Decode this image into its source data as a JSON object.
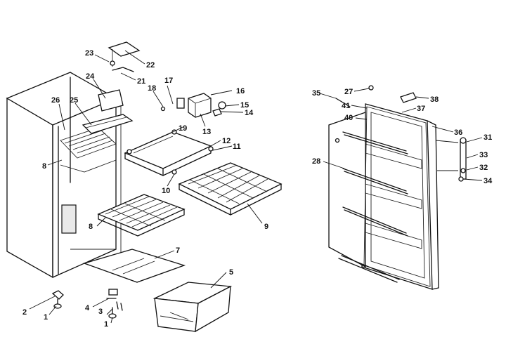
{
  "callouts": [
    {
      "id": "c1a",
      "text": "1"
    },
    {
      "id": "c1b",
      "text": "1"
    },
    {
      "id": "c2",
      "text": "2"
    },
    {
      "id": "c3",
      "text": "3"
    },
    {
      "id": "c4",
      "text": "4"
    },
    {
      "id": "c5",
      "text": "5"
    },
    {
      "id": "c7",
      "text": "7"
    },
    {
      "id": "c8a",
      "text": "8"
    },
    {
      "id": "c8b",
      "text": "8"
    },
    {
      "id": "c9",
      "text": "9"
    },
    {
      "id": "c10",
      "text": "10"
    },
    {
      "id": "c11",
      "text": "11"
    },
    {
      "id": "c12",
      "text": "12"
    },
    {
      "id": "c13",
      "text": "13"
    },
    {
      "id": "c14",
      "text": "14"
    },
    {
      "id": "c15",
      "text": "15"
    },
    {
      "id": "c16",
      "text": "16"
    },
    {
      "id": "c17",
      "text": "17"
    },
    {
      "id": "c18",
      "text": "18"
    },
    {
      "id": "c19",
      "text": "19"
    },
    {
      "id": "c21",
      "text": "21"
    },
    {
      "id": "c22",
      "text": "22"
    },
    {
      "id": "c23",
      "text": "23"
    },
    {
      "id": "c24",
      "text": "24"
    },
    {
      "id": "c25",
      "text": "25"
    },
    {
      "id": "c26",
      "text": "26"
    },
    {
      "id": "c27",
      "text": "27"
    },
    {
      "id": "c28",
      "text": "28"
    },
    {
      "id": "c31",
      "text": "31"
    },
    {
      "id": "c32",
      "text": "32"
    },
    {
      "id": "c33",
      "text": "33"
    },
    {
      "id": "c34",
      "text": "34"
    },
    {
      "id": "c35",
      "text": "35"
    },
    {
      "id": "c36",
      "text": "36"
    },
    {
      "id": "c37",
      "text": "37"
    },
    {
      "id": "c38",
      "text": "38"
    },
    {
      "id": "c40",
      "text": "40"
    },
    {
      "id": "c41",
      "text": "41"
    }
  ]
}
